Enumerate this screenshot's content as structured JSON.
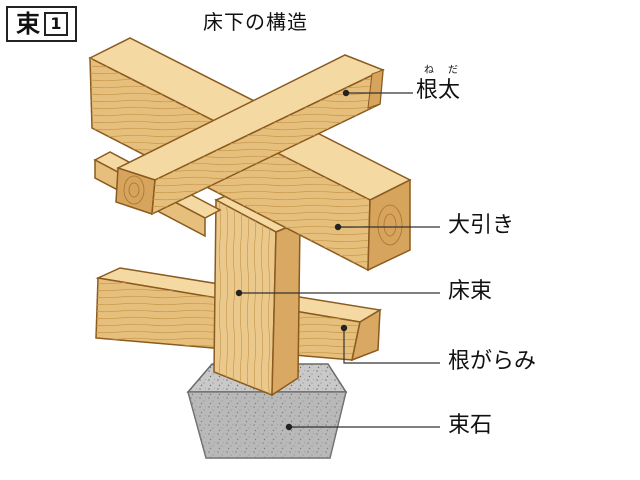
{
  "tag": {
    "char": "束",
    "number": "1"
  },
  "title": "床下の構造",
  "labels": {
    "neda": "根太",
    "neda_ruby_1": "ね",
    "neda_ruby_2": "だ",
    "obiki": "大引き",
    "yukazuka": "床束",
    "negarami": "根がらみ",
    "tsukaishi": "束石"
  }
}
